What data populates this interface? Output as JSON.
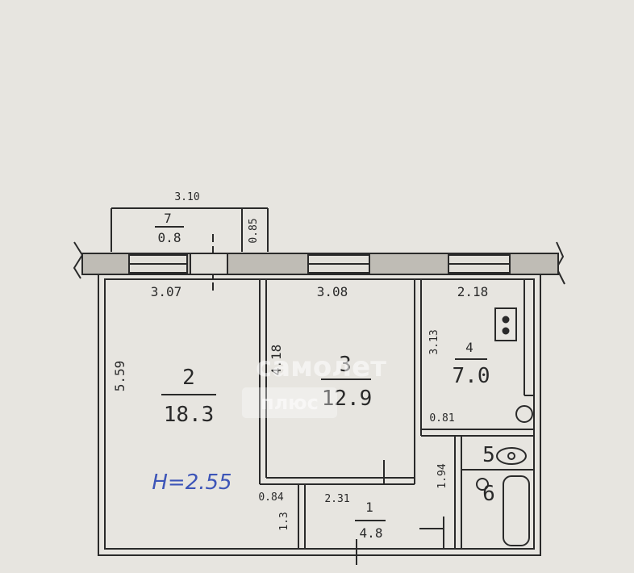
{
  "ceiling_height": "H=2.55",
  "watermark": {
    "brand": "самолет",
    "sub": "плюс"
  },
  "rooms": [
    {
      "id": "7",
      "number": "7",
      "area": "0.8"
    },
    {
      "id": "2",
      "number": "2",
      "area": "18.3"
    },
    {
      "id": "3",
      "number": "3",
      "area": "12.9"
    },
    {
      "id": "4",
      "number": "4",
      "area": "7.0"
    },
    {
      "id": "1",
      "number": "1",
      "area": "4.8"
    },
    {
      "id": "5",
      "number": "5"
    },
    {
      "id": "6",
      "number": "6"
    }
  ],
  "dimensions": {
    "balcony_width": "3.10",
    "balcony_depth": "0.85",
    "room2_width": "3.07",
    "room3_width": "3.08",
    "room4_width": "2.18",
    "room2_length": "5.59",
    "room3_length": "4.18",
    "room4_length": "3.13",
    "hall_width": "2.31",
    "closet_width": "0.84",
    "closet_length": "1.3",
    "kitchen_niche": "0.81",
    "bath_length": "1.94"
  }
}
